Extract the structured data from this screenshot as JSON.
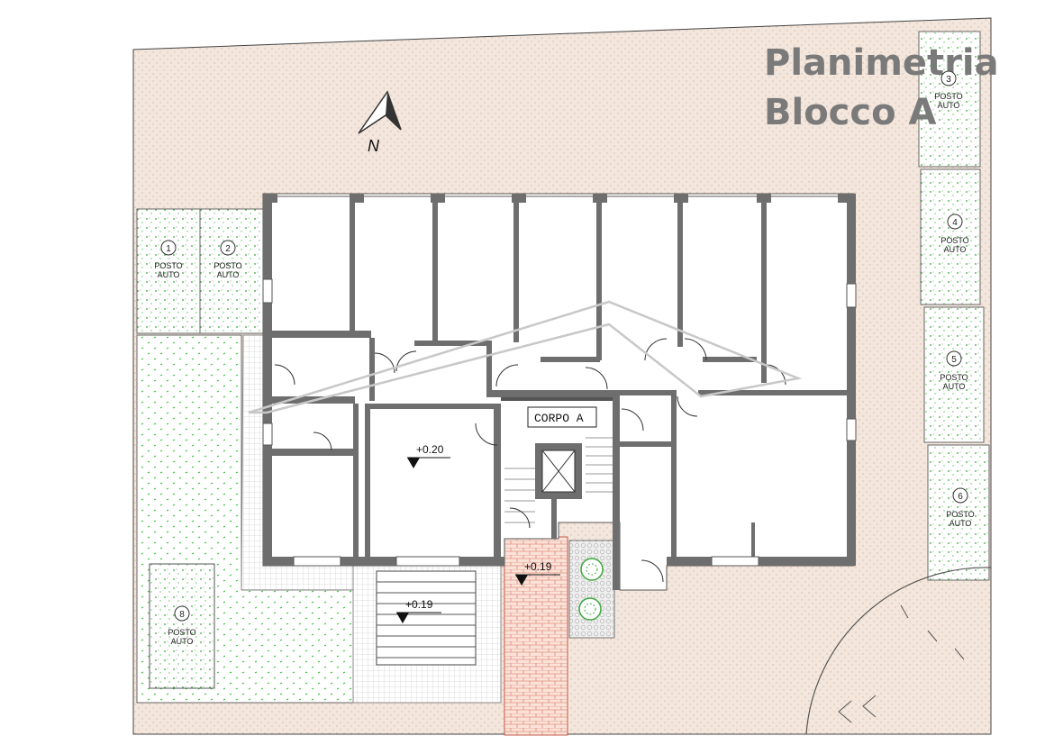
{
  "title": {
    "line1": "Planimetria",
    "line2": "Blocco A"
  },
  "north_label": "N",
  "building_label": "CORPO A",
  "elevations": [
    {
      "id": "apartment",
      "value": "+0.20"
    },
    {
      "id": "stairs",
      "value": "+0.19"
    },
    {
      "id": "walkway",
      "value": "+0.19"
    }
  ],
  "parking": [
    {
      "number": "1",
      "line1": "POSTO",
      "line2": "AUTO"
    },
    {
      "number": "2",
      "line1": "POSTO",
      "line2": "AUTO"
    },
    {
      "number": "3",
      "line1": "POSTO",
      "line2": "AUTO"
    },
    {
      "number": "4",
      "line1": "POSTO",
      "line2": "AUTO"
    },
    {
      "number": "5",
      "line1": "POSTO",
      "line2": "AUTO"
    },
    {
      "number": "6",
      "line1": "POSTO",
      "line2": "AUTO"
    },
    {
      "number": "8",
      "line1": "POSTO",
      "line2": "AUTO"
    }
  ],
  "colors": {
    "ground": "#f3e6dc",
    "wall": "#6e6e6e",
    "grass_dot": "#3fbf3f",
    "walkway": "#f6d2c6",
    "title": "#7a7a7a"
  }
}
